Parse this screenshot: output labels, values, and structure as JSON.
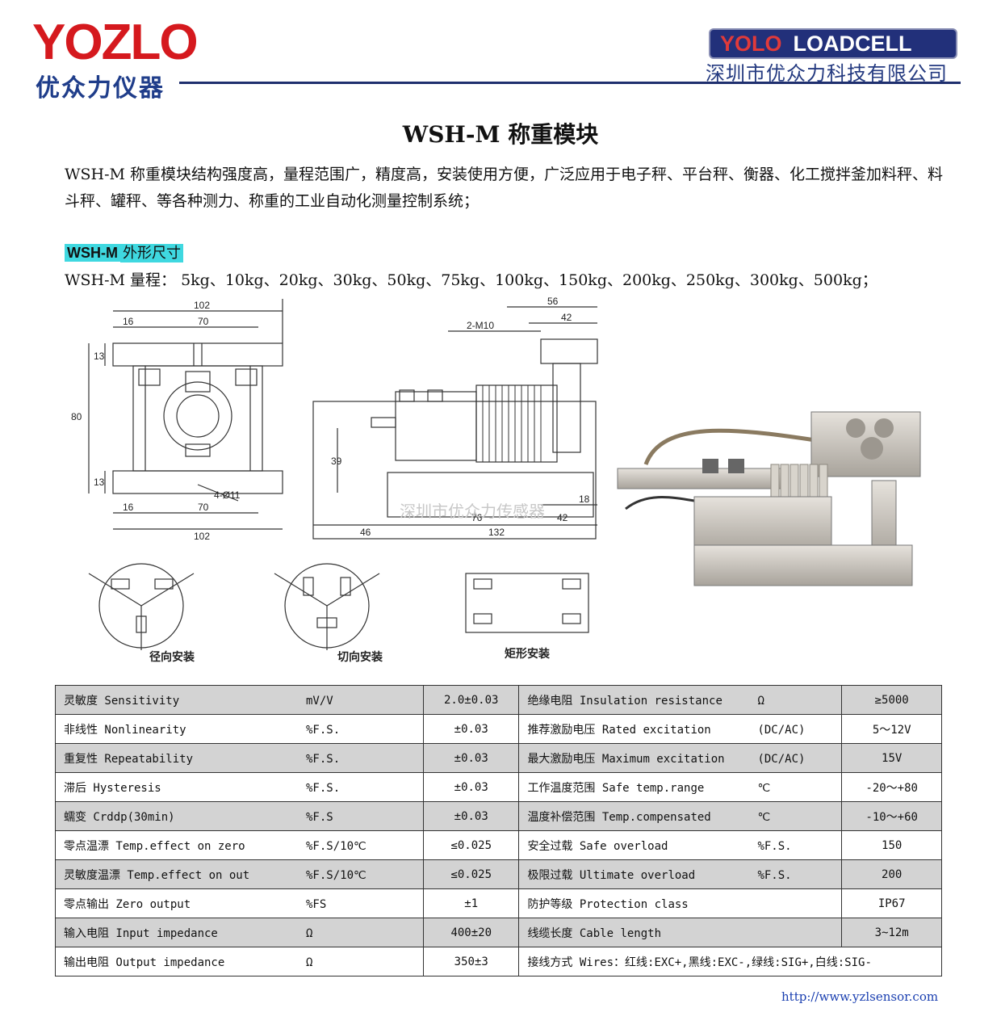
{
  "header": {
    "logo_en": "YOZLO",
    "logo_cn": "优众力仪器",
    "brand_yolo": "YOLO",
    "brand_loadcell": "LOADCELL",
    "company": "深圳市优众力科技有限公司"
  },
  "title": "WSH-M 称重模块",
  "intro": "WSH-M 称重模块结构强度高，量程范围广，精度高，安装使用方便，广泛应用于电子秤、平台秤、衡器、化工搅拌釜加料秤、料斗秤、罐秤、等各种测力、称重的工业自动化测量控制系统；",
  "section": {
    "model": "WSH-M",
    "label": "外形尺寸"
  },
  "range": "WSH-M 量程：  5kg、10kg、20kg、30kg、50kg、75kg、100kg、150kg、200kg、250kg、300kg、500kg；",
  "drawing": {
    "front": {
      "w102_top": "102",
      "w16_top": "16",
      "w70_top": "70",
      "h13_top": "13",
      "h80": "80",
      "h13_bot": "13",
      "holes": "4-Ø11",
      "w16_bot": "16",
      "w70_bot": "70",
      "w102_bot": "102"
    },
    "side": {
      "w56": "56",
      "w42_top": "42",
      "thread": "2-M10",
      "h39": "39",
      "w18": "18",
      "w46": "46",
      "w76": "76",
      "w42_bot": "42",
      "w132": "132"
    },
    "watermark": "深圳市优众力传感器",
    "mount_radial": "径向安装",
    "mount_tangent": "切向安装",
    "mount_rect": "矩形安装"
  },
  "specs": [
    {
      "l_name": "灵敏度 Sensitivity",
      "l_unit": "mV/V",
      "l_val": "2.0±0.03",
      "r_name": "绝缘电阻 Insulation resistance",
      "r_unit": "Ω",
      "r_val": "≥5000"
    },
    {
      "l_name": "非线性 Nonlinearity",
      "l_unit": "%F.S.",
      "l_val": "±0.03",
      "r_name": "推荐激励电压 Rated excitation",
      "r_unit": "(DC/AC)",
      "r_val": "5～12V"
    },
    {
      "l_name": "重复性 Repeatability",
      "l_unit": "%F.S.",
      "l_val": "±0.03",
      "r_name": "最大激励电压 Maximum excitation",
      "r_unit": "(DC/AC)",
      "r_val": "15V"
    },
    {
      "l_name": "滞后 Hysteresis",
      "l_unit": "%F.S.",
      "l_val": "±0.03",
      "r_name": "工作温度范围 Safe temp.range",
      "r_unit": "℃",
      "r_val": "-20～+80"
    },
    {
      "l_name": "蠕变 Crddp(30min)",
      "l_unit": "%F.S",
      "l_val": "±0.03",
      "r_name": "温度补偿范围 Temp.compensated",
      "r_unit": "℃",
      "r_val": "-10～+60"
    },
    {
      "l_name": "零点温漂 Temp.effect on zero",
      "l_unit": "%F.S/10℃",
      "l_val": "≤0.025",
      "r_name": "安全过载 Safe overload",
      "r_unit": "%F.S.",
      "r_val": "150"
    },
    {
      "l_name": "灵敏度温漂 Temp.effect on out",
      "l_unit": "%F.S/10℃",
      "l_val": "≤0.025",
      "r_name": "极限过载 Ultimate overload",
      "r_unit": "%F.S.",
      "r_val": "200"
    },
    {
      "l_name": "零点输出 Zero output",
      "l_unit": "%FS",
      "l_val": "±1",
      "r_name": "防护等级 Protection class",
      "r_unit": "",
      "r_val": "IP67"
    },
    {
      "l_name": "输入电阻 Input impedance",
      "l_unit": "Ω",
      "l_val": "400±20",
      "r_name": "线缆长度 Cable length",
      "r_unit": "",
      "r_val": "3~12m"
    },
    {
      "l_name": "输出电阻 Output impedance",
      "l_unit": "Ω",
      "l_val": "350±3",
      "r_name": "接线方式 Wires：红线:EXC+,黑线:EXC-,绿线:SIG+,白线:SIG-",
      "r_unit": "",
      "r_val": ""
    }
  ],
  "footer": "http://www.yzlsensor.com"
}
